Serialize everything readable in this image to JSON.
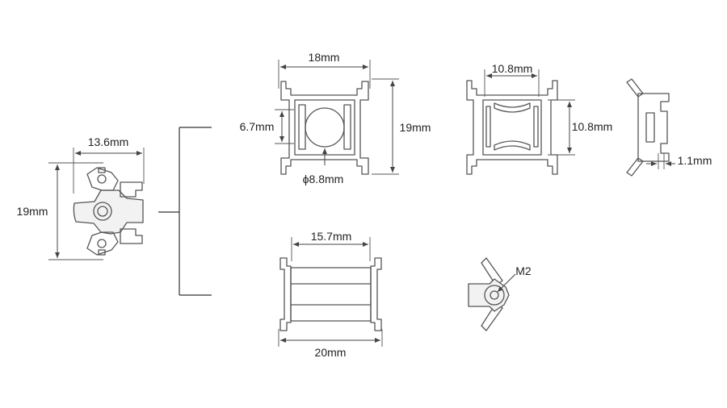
{
  "colors": {
    "line": "#555555",
    "text": "#222222",
    "background": "#ffffff"
  },
  "dimensions": {
    "side_width": "13.6mm",
    "side_height": "19mm",
    "front_width": "18mm",
    "front_height": "19mm",
    "front_gap": "6.7mm",
    "front_hole": "ϕ8.8mm",
    "back_width": "10.8mm",
    "back_height": "10.8mm",
    "thin_side": "1.1mm",
    "top_inner": "15.7mm",
    "top_outer": "20mm",
    "screw": "M2"
  }
}
